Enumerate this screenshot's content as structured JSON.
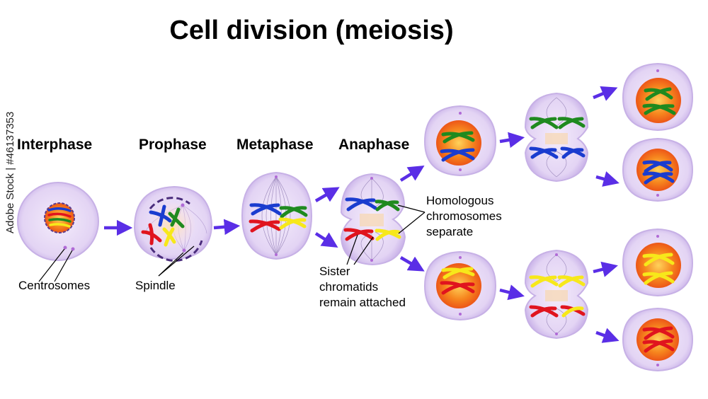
{
  "title": "Cell division (meiosis)",
  "stages": {
    "interphase": "Interphase",
    "prophase": "Prophase",
    "metaphase": "Metaphase",
    "anaphase": "Anaphase"
  },
  "labels": {
    "centrosomes": "Centrosomes",
    "spindle": "Spindle",
    "homologous": [
      "Homologous",
      "chromosomes",
      "separate"
    ],
    "sister": [
      "Sister",
      "chromatids",
      "remain attached"
    ]
  },
  "stock_id": "Adobe Stock | #46137353",
  "colors": {
    "cell": "#e6d9f5",
    "nucleus": "#f26a1b",
    "arrow": "#5a2ee6",
    "blue": "#1a3ccf",
    "green": "#1f8a1f",
    "red": "#e0141e",
    "yellow": "#f7e81a"
  }
}
